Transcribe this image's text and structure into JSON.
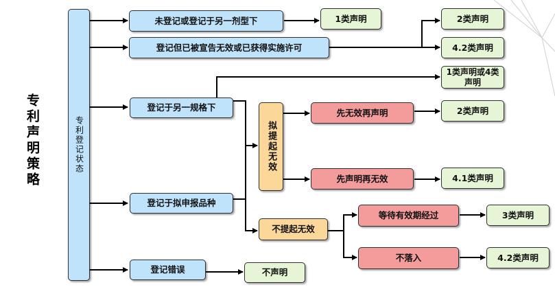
{
  "title": "专利声明策略",
  "status_label": "专利登记状态",
  "nodes": {
    "n1": "未登记或登记于另一剂型下",
    "n2": "登记但已被宣告无效或已获得实施许可",
    "n3": "登记于另一规格下",
    "n4": "登记于拟申报品种",
    "n5": "登记错误",
    "propose_invalid": "拟提起无效",
    "first_invalid": "先无效再声明",
    "first_declare": "先声明再无效",
    "no_invalid": "不提起无效",
    "wait_expiry": "等待有效期经过",
    "not_fall": "不落入"
  },
  "results": {
    "r1": "1类声明",
    "r2a": "2类声明",
    "r42a": "4.2类声明",
    "r1or4": "1类声明或4类声明",
    "r2b": "2类声明",
    "r41": "4.1类声明",
    "r3": "3类声明",
    "r42b": "4.2类声明",
    "none": "不声明"
  },
  "colors": {
    "blue": "#bfe3fb",
    "green": "#e6f5d5",
    "red": "#f49b9b",
    "orange": "#fcd79a"
  }
}
